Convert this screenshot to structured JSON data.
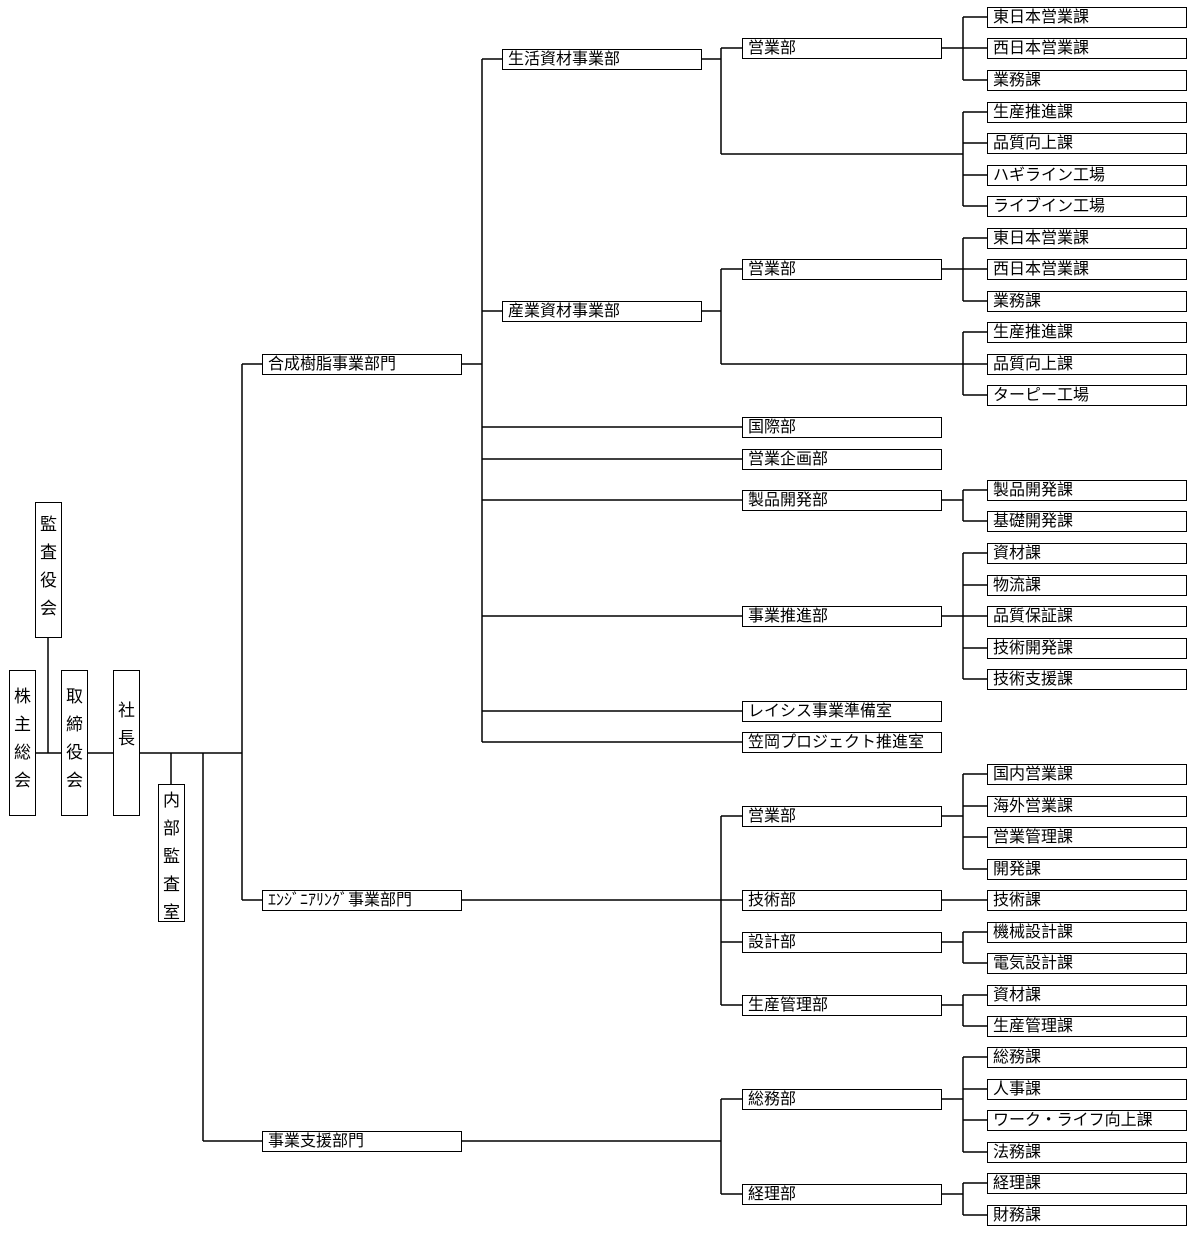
{
  "top": {
    "shareholders": "株主総会",
    "audit_board": "監査役会",
    "board": "取締役会",
    "president": "社長",
    "internal_audit": "内部監査室"
  },
  "divisions": {
    "resin": "合成樹脂事業部門",
    "engineering": "ｴﾝｼﾞﾆｱﾘﾝｸﾞ事業部門",
    "support": "事業支援部門"
  },
  "resin": {
    "living": "生活資材事業部",
    "living_sales": "営業部",
    "living_sales_units": [
      "東日本営業課",
      "西日本営業課",
      "業務課"
    ],
    "living_prod_units": [
      "生産推進課",
      "品質向上課",
      "ハギライン工場",
      "ライブイン工場"
    ],
    "industrial": "産業資材事業部",
    "industrial_sales": "営業部",
    "industrial_sales_units": [
      "東日本営業課",
      "西日本営業課",
      "業務課"
    ],
    "industrial_prod_units": [
      "生産推進課",
      "品質向上課",
      "ターピー工場"
    ],
    "international": "国際部",
    "sales_planning": "営業企画部",
    "product_dev": "製品開発部",
    "product_dev_units": [
      "製品開発課",
      "基礎開発課"
    ],
    "business_promo": "事業推進部",
    "business_promo_units": [
      "資材課",
      "物流課",
      "品質保証課",
      "技術開発課",
      "技術支援課"
    ],
    "reisis": "レイシス事業準備室",
    "kasaoka": "笠岡プロジェクト推進室"
  },
  "engineering": {
    "sales": "営業部",
    "sales_units": [
      "国内営業課",
      "海外営業課",
      "営業管理課",
      "開発課"
    ],
    "tech": "技術部",
    "tech_units": [
      "技術課"
    ],
    "design": "設計部",
    "design_units": [
      "機械設計課",
      "電気設計課"
    ],
    "production": "生産管理部",
    "production_units": [
      "資材課",
      "生産管理課"
    ]
  },
  "support": {
    "general": "総務部",
    "general_units": [
      "総務課",
      "人事課",
      "ワーク・ライフ向上課",
      "法務課"
    ],
    "accounting": "経理部",
    "accounting_units": [
      "経理課",
      "財務課"
    ]
  }
}
